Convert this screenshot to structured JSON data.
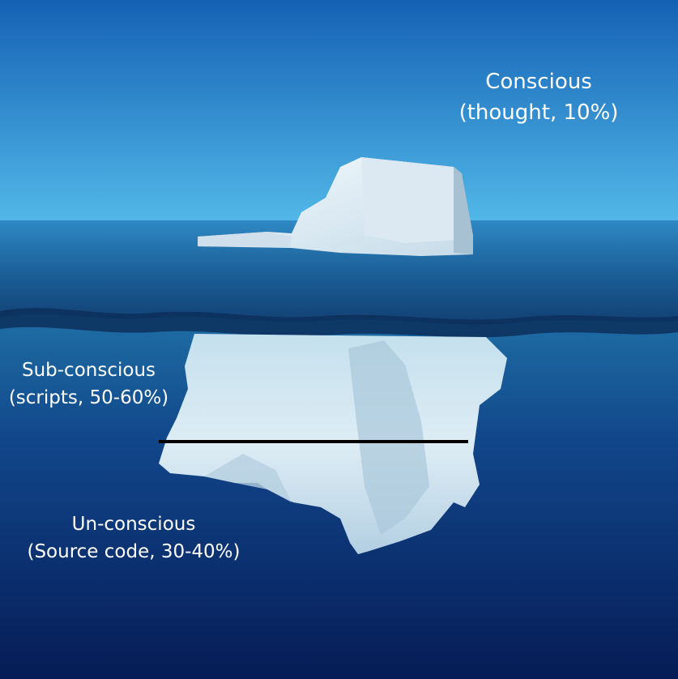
{
  "colors": {
    "sky_top": "#1565b8",
    "sky_horizon": "#4cb3e6",
    "surface_water": "#1a5d95",
    "deep_water": "#0a2a6e",
    "ice": "#e9f3f8",
    "ice_shadow": "#a9c3d6",
    "divider_line": "#000000",
    "label_text": "#ffffff"
  },
  "labels": {
    "conscious": {
      "line1": "Conscious",
      "line2": "(thought, 10%)"
    },
    "subconscious": {
      "line1": "Sub-conscious",
      "line2": "(scripts, 50-60%)"
    },
    "unconscious": {
      "line1": "Un-conscious",
      "line2": "(Source code, 30-40%)"
    }
  }
}
